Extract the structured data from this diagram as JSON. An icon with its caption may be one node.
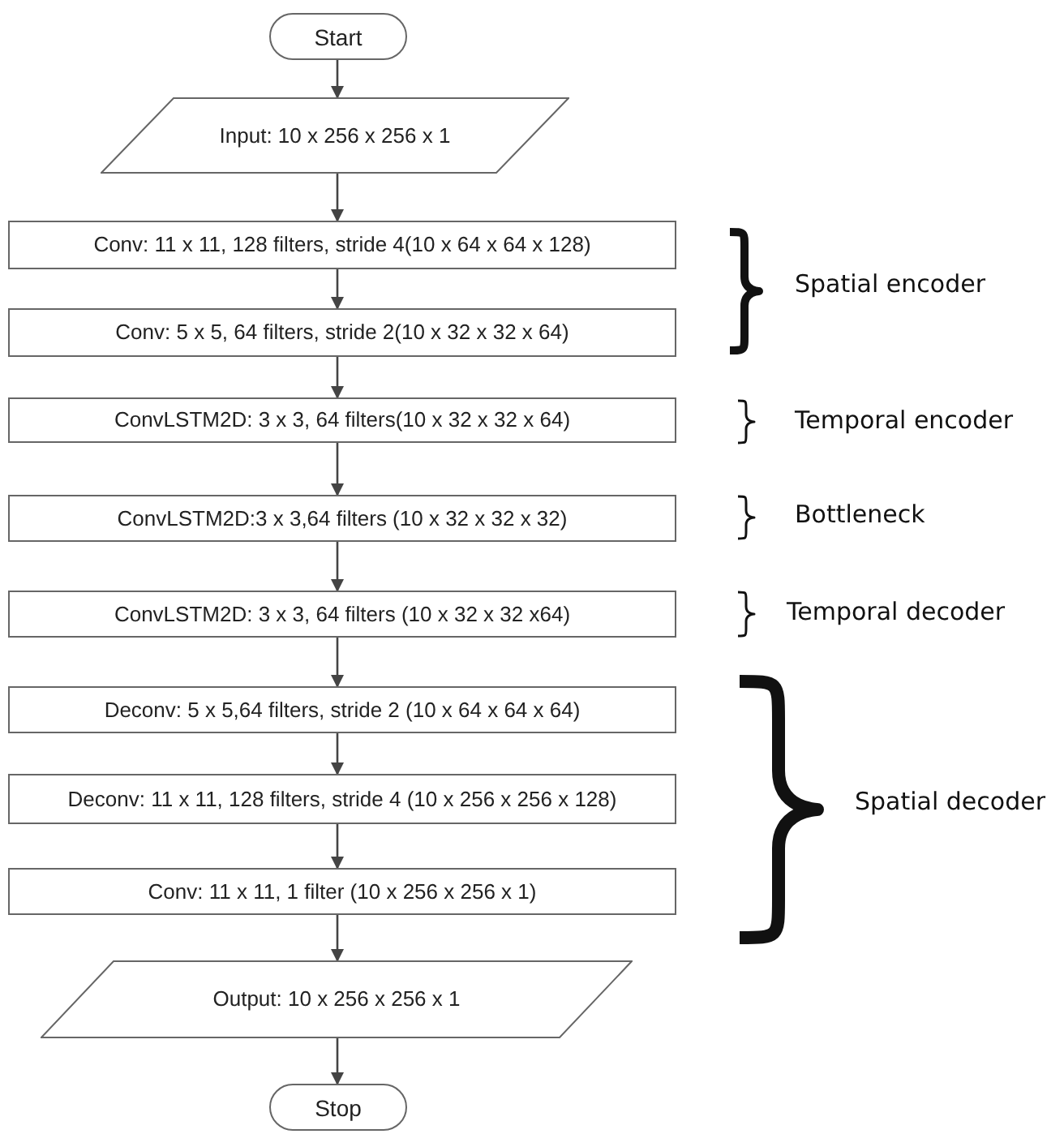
{
  "diagram": {
    "nodes": [
      {
        "text": [
          "Start"
        ]
      },
      {
        "text": [
          "Input: 10 x 256 x 256 x 1"
        ]
      },
      {
        "text": [
          "Conv: 11 x 11, 128 filters, stride 4(10 x 64 x 64 x 128)"
        ]
      },
      {
        "text": [
          "Conv: 5 x 5, 64 filters, stride 2(10 x 32 x 32 x 64)"
        ]
      },
      {
        "text": [
          "ConvLSTM2D: 3 x 3, 64 filters(10 x 32 x 32 x 64)"
        ]
      },
      {
        "text": [
          "ConvLSTM2D:3 x 3,64 filters (10 x 32 x 32 x 32)"
        ]
      },
      {
        "text": [
          "ConvLSTM2D: 3 x 3, 64 filters (10 x 32 x 32 x64)"
        ]
      },
      {
        "text": [
          "Deconv: 5 x 5,64 filters, stride 2 (10 x 64 x 64 x 64)"
        ]
      },
      {
        "text": [
          "Deconv: 11 x 11, 128 filters, stride 4 (10 x 256 x 256 x 128)"
        ]
      },
      {
        "text": [
          "Conv: 11 x 11, 1 filter (10 x 256 x 256 x 1)"
        ]
      },
      {
        "text": [
          "Output: 10 x 256 x 256 x 1"
        ]
      },
      {
        "text": [
          "Stop"
        ]
      }
    ],
    "edges": [
      {
        "from": 0,
        "to": 1,
        "arrow": "to"
      },
      {
        "from": 1,
        "to": 2,
        "arrow": "to"
      },
      {
        "from": 2,
        "to": 3,
        "arrow": "to"
      },
      {
        "from": 3,
        "to": 4,
        "arrow": "to"
      },
      {
        "from": 4,
        "to": 5,
        "arrow": "to"
      },
      {
        "from": 5,
        "to": 6,
        "arrow": "to"
      },
      {
        "from": 6,
        "to": 7,
        "arrow": "to"
      },
      {
        "from": 7,
        "to": 8,
        "arrow": "to"
      },
      {
        "from": 8,
        "to": 9,
        "arrow": "to"
      },
      {
        "from": 9,
        "to": 10,
        "arrow": "to"
      },
      {
        "from": 10,
        "to": 11,
        "arrow": "to"
      }
    ],
    "labels": [
      "Spatial encoder",
      "Temporal encoder",
      "Bottleneck",
      "Temporal decoder",
      "Spatial decoder"
    ]
  }
}
